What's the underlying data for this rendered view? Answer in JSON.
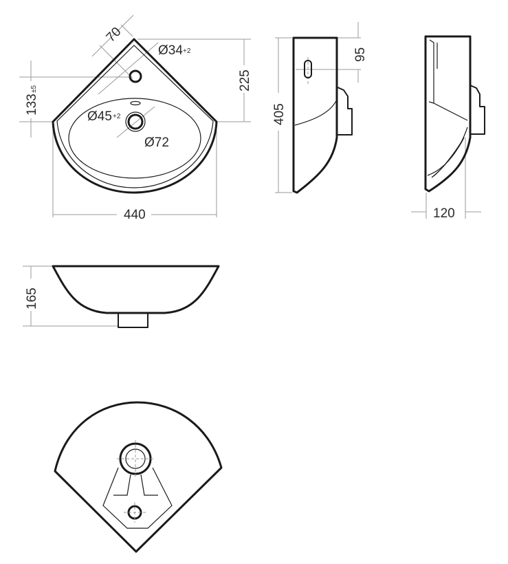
{
  "top_view": {
    "dim_offset": "70",
    "dim_tap_hole": "Ø34",
    "dim_tap_hole_tol": "+2",
    "dim_drain": "Ø45",
    "dim_drain_tol": "+2",
    "dim_drain_outer": "Ø72",
    "dim_depth": "225",
    "dim_hole_pos": "133",
    "dim_hole_pos_tol": "±5",
    "dim_width": "440"
  },
  "side_view": {
    "dim_length": "405",
    "dim_overflow": "95"
  },
  "rear_view": {
    "dim_depth": "120"
  },
  "front_view": {
    "dim_height": "165"
  }
}
